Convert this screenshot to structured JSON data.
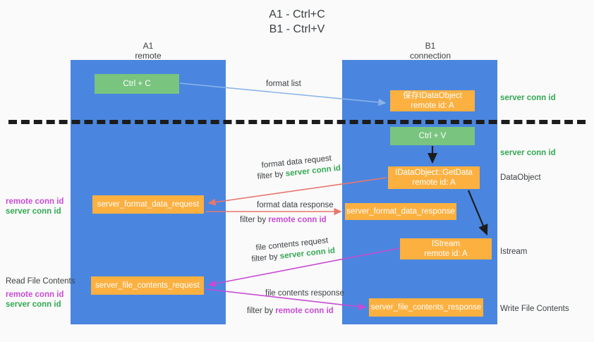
{
  "title": "A1 - Ctrl+C\nB1 - Ctrl+V",
  "columns": {
    "left": {
      "name": "A1",
      "role": "remote",
      "header": "A1\nremote"
    },
    "right": {
      "name": "B1",
      "role": "connection",
      "header": "B1\nconnection"
    }
  },
  "colors": {
    "lane": "#4a86df",
    "green_box": "#79c47e",
    "orange_box": "#fbb040",
    "server_conn_id": "#34a853",
    "remote_conn_id": "#c74bd4",
    "background": "#fafafa",
    "dashed_line": "#1c1c1c",
    "arrow_blue": "#8ab4e8",
    "arrow_red": "#e8766e",
    "arrow_magenta": "#c74bd4",
    "arrow_black": "#1c1c1c"
  },
  "boxes": {
    "ctrl_c": "Ctrl + C",
    "save_idataobject": "保存IDataObject\nremote id: A",
    "ctrl_v": "Ctrl + V",
    "getdata": "IDataObject::GetData\nremote id: A",
    "server_format_data_request": "server_format_data_request",
    "server_format_data_response": "server_format_data_response",
    "istream": "IStream\nremote id: A",
    "server_file_contents_request": "server_file_contents_request",
    "server_file_contents_response": "server_file_contents_response"
  },
  "arrow_labels": {
    "format_list": "format list",
    "format_data_request": "format data request",
    "format_data_request_filter_prefix": "filter by ",
    "format_data_request_filter_value": "server conn id",
    "format_data_response": "format data response",
    "format_data_response_filter_prefix": "filter by ",
    "format_data_response_filter_value": "remote conn id",
    "file_contents_request": "file contents request",
    "file_contents_request_filter_prefix": "filter by ",
    "file_contents_request_filter_value": "server conn id",
    "file_contents_response": "file contents response",
    "file_contents_response_filter_prefix": "filter by ",
    "file_contents_response_filter_value": "remote conn id"
  },
  "right_labels": {
    "server_conn_id_top": "server conn id",
    "server_conn_id_mid": "server conn id",
    "dataobject": "DataObject",
    "istream": "Istream",
    "write_file_contents": "Write File Contents"
  },
  "left_labels": {
    "remote_conn_id_1": "remote conn id",
    "server_conn_id_1": "server conn id",
    "read_file_contents": "Read File Contents",
    "remote_conn_id_2": "remote conn id",
    "server_conn_id_2": "server conn id"
  }
}
